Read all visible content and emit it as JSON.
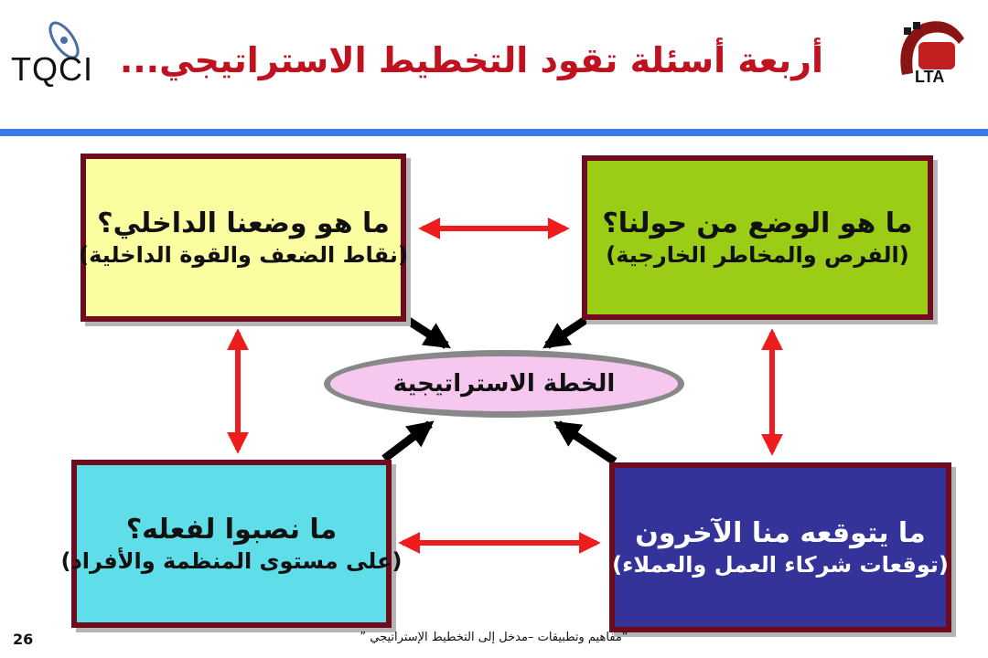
{
  "header": {
    "title": "أربعة أسئلة تقود التخطيط الاستراتيجي...",
    "left_logo_text": "TQCI",
    "right_logo_text": "LTA"
  },
  "boxes": {
    "internal": {
      "question": "ما هو وضعنا الداخلي؟",
      "subtitle": "(نقاط الضعف والقوة الداخلية)"
    },
    "external": {
      "question": "ما هو الوضع من حولنا؟",
      "subtitle": "(الفرص والمخاطر الخارجية)"
    },
    "goals": {
      "question": "ما نصبوا لفعله؟",
      "subtitle": "(على مستوى المنظمة والأفراد)"
    },
    "expectations": {
      "question": "ما يتوقعه منا الآخرون",
      "subtitle": "(توقعات شركاء العمل والعملاء)"
    }
  },
  "center": {
    "label": "الخطة الاستراتيجية"
  },
  "footer": {
    "page_number": "26",
    "text": "“مفاهيم وتطبيقات –مدخل إلى التخطيط الإستراتيجي ”"
  },
  "colors": {
    "title": "#c0111f",
    "rule": "#3b78f0",
    "box_border": "#6e0b1c",
    "internal_bg": "#fcfca0",
    "external_bg": "#9bcc16",
    "goals_bg": "#5fdde8",
    "expectations_bg": "#333399",
    "center_bg": "#f6c8f0",
    "double_arrow": "#ee1c1c",
    "converging_arrow": "#000000"
  }
}
